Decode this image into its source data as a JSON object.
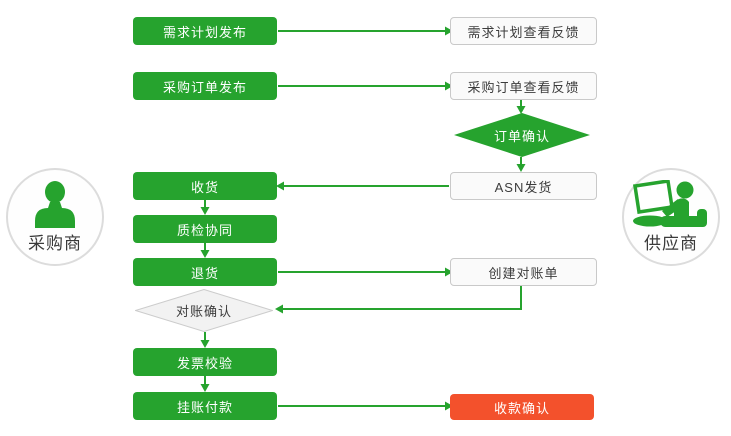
{
  "colors": {
    "green": "#26a32e",
    "red": "#f3512c",
    "light_box_bg": "#fafafa",
    "light_box_border": "#c9c9c9",
    "diamond_light_bg": "#f2f2f2",
    "diamond_light_border": "#cccccc",
    "text_dark": "#3c3c3c",
    "text_white": "#ffffff",
    "circle_border": "#dcdcdc"
  },
  "actors": {
    "buyer": {
      "label": "采购商",
      "icon": "person-icon"
    },
    "supplier": {
      "label": "供应商",
      "icon": "person-laptop-icon"
    }
  },
  "nodes": {
    "demand_publish": "需求计划发布",
    "demand_feedback": "需求计划查看反馈",
    "po_publish": "采购订单发布",
    "po_feedback": "采购订单查看反馈",
    "order_confirm": "订单确认",
    "receive_goods": "收货",
    "asn_ship": "ASN发货",
    "quality_collab": "质检协同",
    "return_goods": "退货",
    "create_statement": "创建对账单",
    "statement_confirm": "对账确认",
    "invoice_check": "发票校验",
    "book_payment": "挂账付款",
    "receipt_confirm": "收款确认"
  },
  "flow": {
    "edges": [
      "需求计划发布→需求计划查看反馈",
      "采购订单发布→采购订单查看反馈",
      "采购订单查看反馈→订单确认",
      "订单确认→ASN发货",
      "ASN发货→收货",
      "收货→质检协同",
      "质检协同→退货",
      "退货→创建对账单",
      "创建对账单→对账确认",
      "对账确认→发票校验",
      "发票校验→挂账付款",
      "挂账付款→收款确认"
    ]
  }
}
